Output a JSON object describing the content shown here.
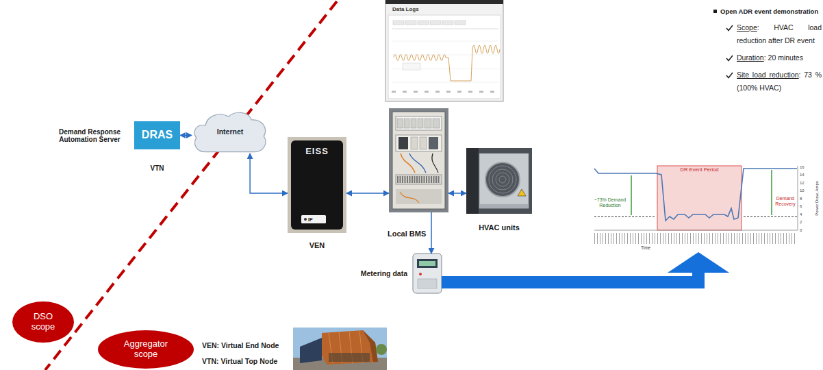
{
  "diagram": {
    "nodes": [
      {
        "text": [
          "Data Logs"
        ]
      },
      {
        "text": [
          "Demand Response Automation Server",
          "DRAS",
          "VTN"
        ]
      },
      {
        "text": [
          "Internet"
        ]
      },
      {
        "text": [
          "EISS",
          "IP",
          "VEN"
        ]
      },
      {
        "text": [
          "Local BMS"
        ]
      },
      {
        "text": [
          "HVAC units"
        ]
      },
      {
        "text": [
          "DR Event Period",
          "~73% Demand Reduction",
          "Demand Recovery",
          "Time",
          "Power Draw, Amps",
          "16",
          "14",
          "12",
          "10",
          "8",
          "6",
          "4",
          "2",
          "0"
        ]
      },
      {
        "text": [
          "Metering data"
        ]
      },
      {
        "text": [
          "DSO scope"
        ]
      },
      {
        "text": [
          "Aggregator scope"
        ]
      }
    ],
    "edges": [
      {
        "from": 1,
        "to": 2,
        "arrow": "both"
      },
      {
        "from": 2,
        "to": 3,
        "arrow": "both"
      },
      {
        "from": 3,
        "to": 4,
        "arrow": "both"
      },
      {
        "from": 4,
        "to": 5,
        "arrow": "both"
      },
      {
        "from": 4,
        "to": 7,
        "arrow": "to"
      },
      {
        "from": 7,
        "to": 6,
        "arrow": "to"
      }
    ],
    "labels": [
      "VEN: Virtual End Node",
      "VTN: Virtual Top Node",
      "Open ADR event demonstration",
      "Scope",
      ": HVAC load reduction after DR event",
      "Duration",
      ": 20 minutes",
      "Site load reduction",
      ": 73 % (100% HVAC)"
    ]
  }
}
